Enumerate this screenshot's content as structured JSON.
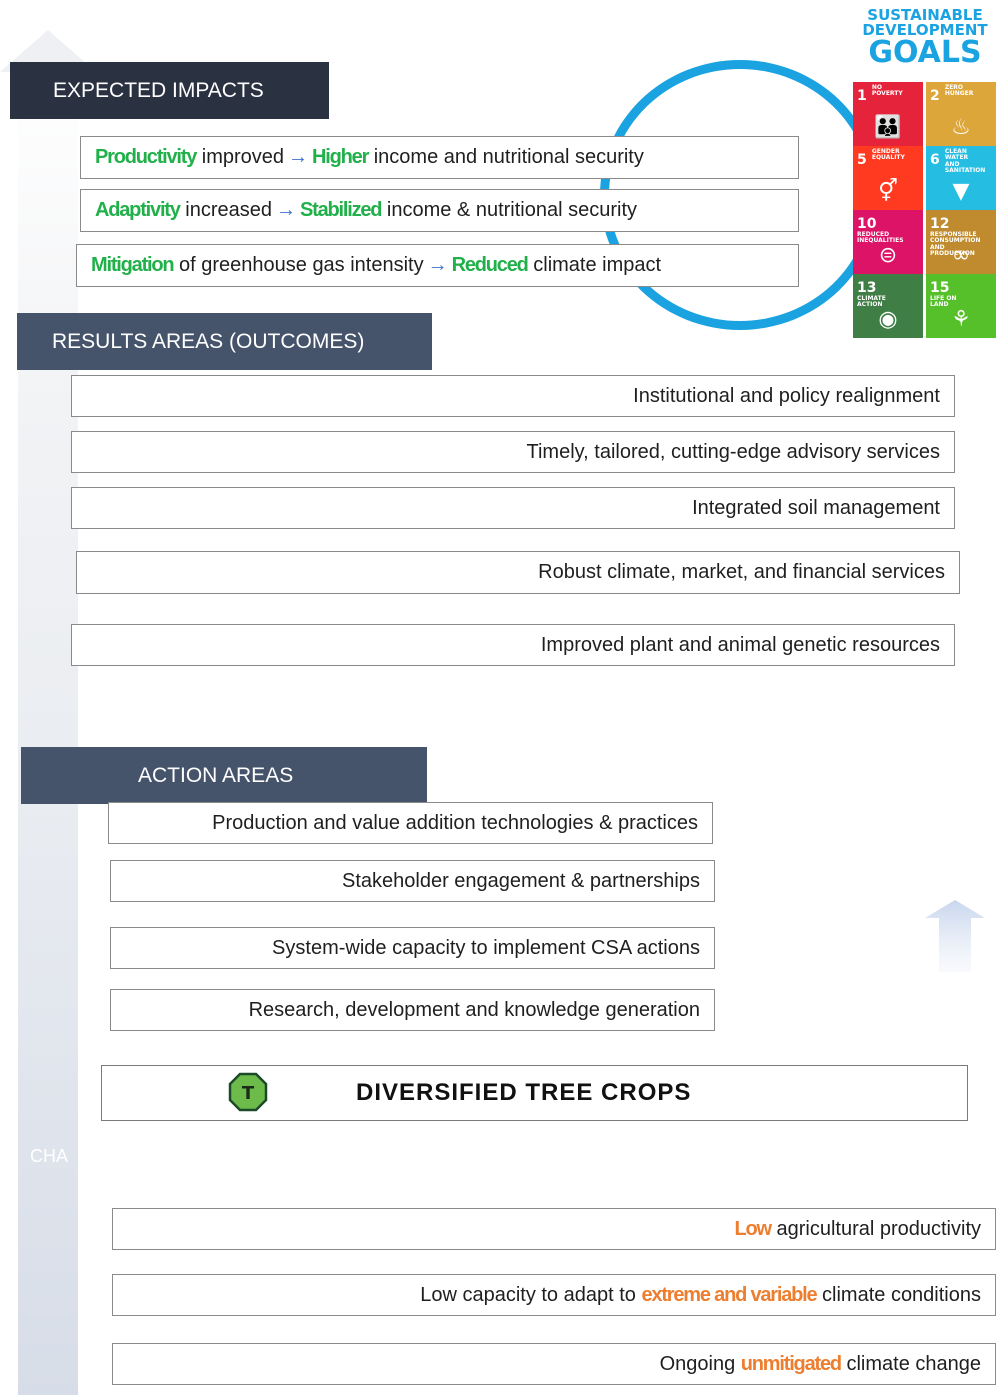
{
  "sections": {
    "impacts": "EXPECTED IMPACTS",
    "results": "RESULTS AREAS (OUTCOMES)",
    "actions": "ACTION AREAS"
  },
  "side_label": "CHA",
  "impacts": [
    {
      "hl1": "Productivity",
      "t1": "improved",
      "hl2": "Higher",
      "t2": "income and nutritional security"
    },
    {
      "hl1": "Adaptivity",
      "t1": "increased",
      "hl2": "Stabilized",
      "t2": "income & nutritional security"
    },
    {
      "hl1": "Mitigation",
      "t1": "of greenhouse gas intensity",
      "hl2": "Reduced",
      "t2": "climate impact"
    }
  ],
  "arrow_glyph": "→",
  "results": [
    "Institutional and policy realignment",
    "Timely, tailored, cutting-edge advisory services",
    "Integrated soil management",
    "Robust climate, market, and financial services",
    "Improved plant and animal genetic resources"
  ],
  "actions": [
    "Production and value addition technologies & practices",
    "Stakeholder engagement & partnerships",
    "System-wide capacity to implement CSA actions",
    "Research, development and knowledge generation"
  ],
  "focus": {
    "badge": "T",
    "title": "DIVERSIFIED TREE CROPS"
  },
  "challenges": [
    {
      "pre": "",
      "hl": "Low",
      "post": "agricultural productivity"
    },
    {
      "pre": "Low capacity to adapt to",
      "hl": "extreme and variable",
      "post": "climate conditions"
    },
    {
      "pre": "Ongoing",
      "hl": "unmitigated",
      "post": "climate change"
    }
  ],
  "sdg": {
    "title_lines": [
      "SUSTAINABLE",
      "DEVELOPMENT",
      "GOALS"
    ],
    "tiles": [
      {
        "num": "1",
        "label": "NO POVERTY",
        "color": "#e5243b",
        "icon": "people-icon"
      },
      {
        "num": "2",
        "label": "ZERO HUNGER",
        "color": "#dda63a",
        "icon": "bowl-icon"
      },
      {
        "num": "5",
        "label": "GENDER EQUALITY",
        "color": "#ff3a21",
        "icon": "gender-icon"
      },
      {
        "num": "6",
        "label": "CLEAN WATER AND SANITATION",
        "color": "#26bde2",
        "icon": "water-icon"
      },
      {
        "num": "10",
        "label": "REDUCED INEQUALITIES",
        "color": "#dd1367",
        "icon": "equal-icon"
      },
      {
        "num": "12",
        "label": "RESPONSIBLE CONSUMPTION AND PRODUCTION",
        "color": "#bf8b2e",
        "icon": "infinity-icon"
      },
      {
        "num": "13",
        "label": "CLIMATE ACTION",
        "color": "#3f7e44",
        "icon": "eye-icon"
      },
      {
        "num": "15",
        "label": "LIFE ON LAND",
        "color": "#56c02b",
        "icon": "tree-icon"
      }
    ]
  }
}
